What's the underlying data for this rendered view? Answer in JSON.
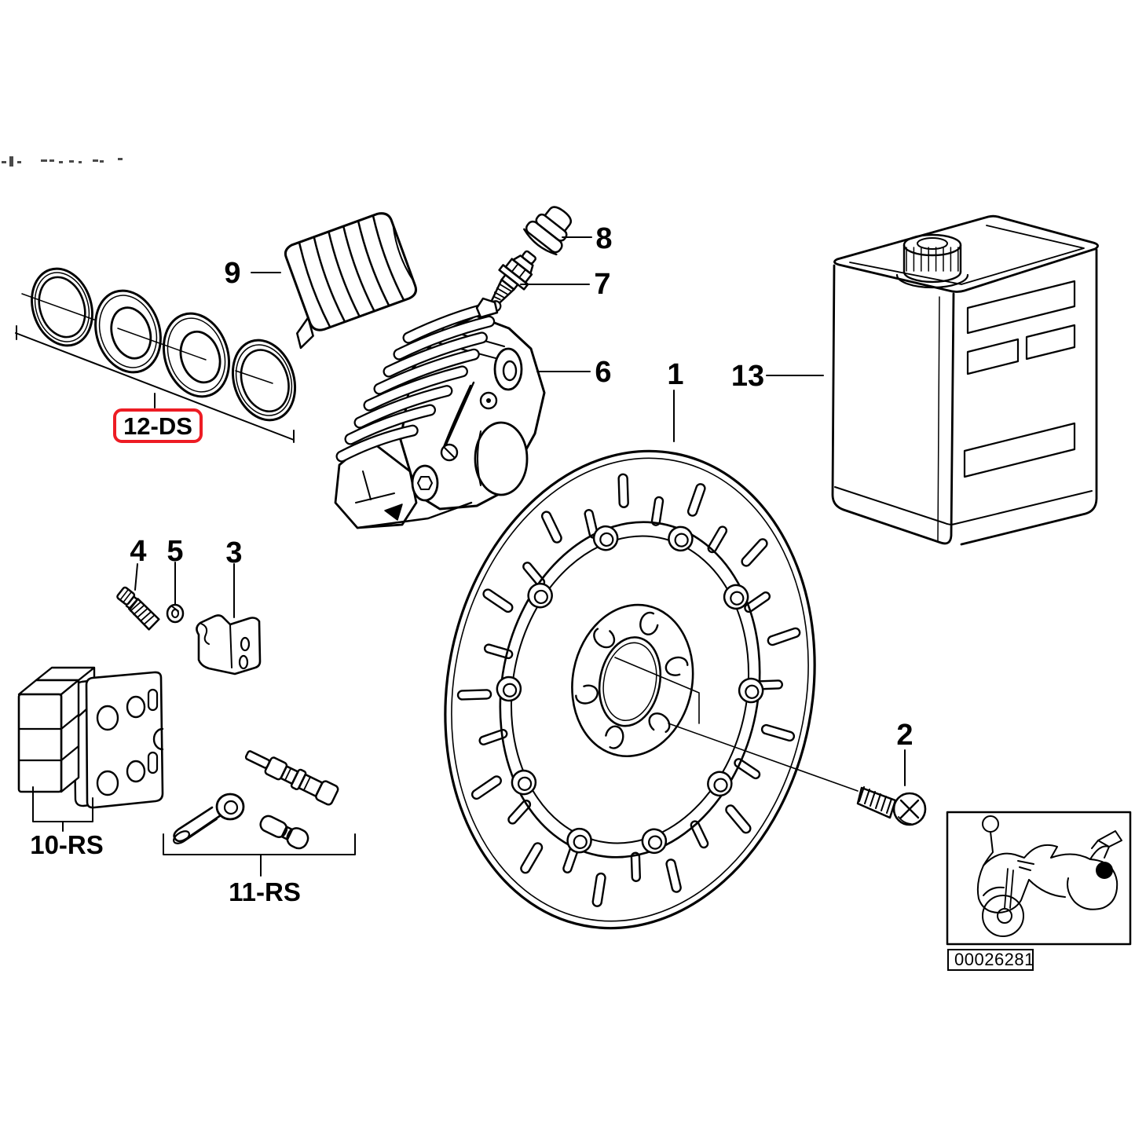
{
  "accent": {
    "highlight_red": "#ed1c24",
    "ink": "#000000",
    "paper": "#ffffff"
  },
  "callouts": {
    "disc": "1",
    "hub_screw": "2",
    "holder_bracket": "3",
    "bolt": "4",
    "washer": "5",
    "caliper": "6",
    "bleed_screw": "7",
    "dust_cap": "8",
    "boot": "9",
    "brake_pads": "10-RS",
    "pin_set": "11-RS",
    "seal_kit": "12-DS",
    "brake_fluid": "13"
  },
  "footer": {
    "image_number": "00026281"
  }
}
